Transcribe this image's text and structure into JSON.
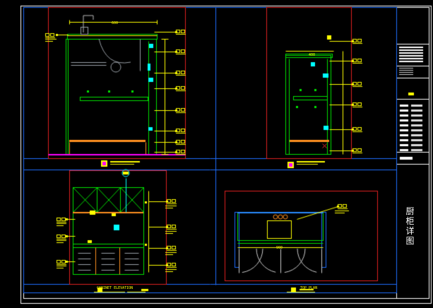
{
  "drawing": {
    "sheet_title": "厨柜详图",
    "view_titles": {
      "bottom_left": "CABINET ELEVATION",
      "bottom_right": "TOP PLAN"
    },
    "dimension_texts": [
      "600",
      "400",
      "900"
    ]
  },
  "colors": {
    "background": "#000000",
    "frame": "#ffffff",
    "viewport": "#1e6eff",
    "border_red": "#e02020",
    "cabinet": "#00e000",
    "annotation": "#ffff00",
    "tag": "#00ffff",
    "cyan": "#00c8ff",
    "orange": "#ff9020",
    "magenta": "#ff00ff"
  }
}
